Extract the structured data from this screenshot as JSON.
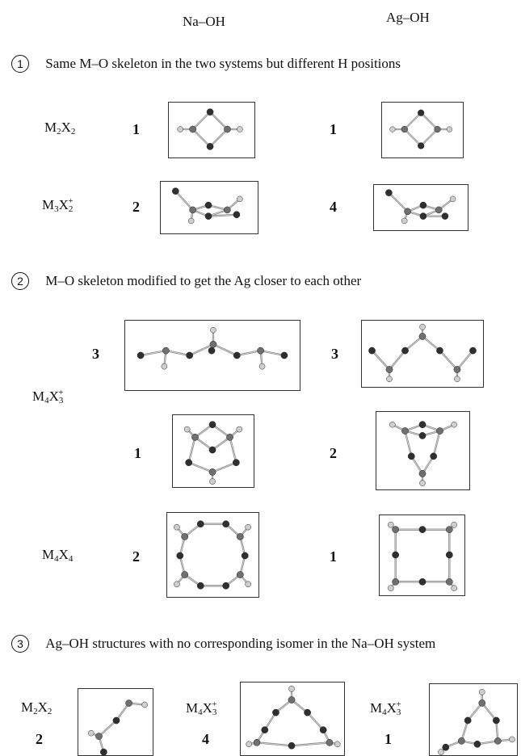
{
  "columns": {
    "left": "Na–OH",
    "right": "Ag–OH"
  },
  "sections": [
    {
      "marker": "1",
      "title": "Same M–O skeleton in the two systems but  different H positions"
    },
    {
      "marker": "2",
      "title": "M–O skeleton modified to get the Ag closer to each other"
    },
    {
      "marker": "3",
      "title": "Ag–OH structures with no corresponding isomer in the Na–OH system"
    }
  ],
  "formulas": {
    "m2x2": {
      "base1": "M",
      "sub1": "2",
      "base2": "X",
      "sub2": "2",
      "sup": ""
    },
    "m3x2p": {
      "base1": "M",
      "sub1": "3",
      "base2": "X",
      "sub2": "2",
      "sup": "+"
    },
    "m4x3p": {
      "base1": "M",
      "sub1": "4",
      "base2": "X",
      "sub2": "3",
      "sup": "+"
    },
    "m4x4": {
      "base1": "M",
      "sub1": "4",
      "base2": "X",
      "sub2": "4",
      "sup": ""
    }
  },
  "rows": {
    "m2x2": {
      "na": "1",
      "ag": "1"
    },
    "m3x2p": {
      "na": "2",
      "ag": "4"
    },
    "m4x3p_a": {
      "na": "3",
      "ag": "3"
    },
    "m4x3p_b": {
      "na": "1",
      "ag": "2"
    },
    "m4x4": {
      "na": "2",
      "ag": "1"
    },
    "extra": {
      "a": "2",
      "b": "4",
      "c": "1"
    }
  },
  "colors": {
    "metal": "#2f2f2f",
    "oxygen": "#6f6f6f",
    "hydrogen": "#cfcfcf",
    "bond": "#8a8a8a"
  }
}
